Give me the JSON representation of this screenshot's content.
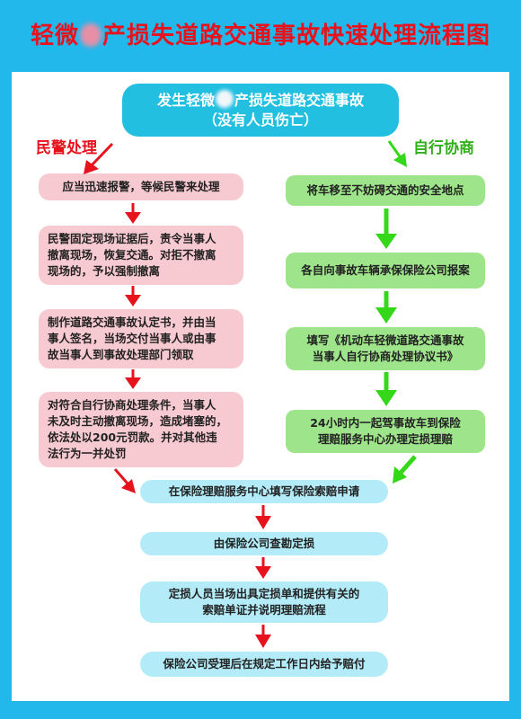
{
  "header": {
    "title_before": "轻微",
    "title_after": "产损失道路交通事故快速处理流程图"
  },
  "start": {
    "line1_before": "发生轻微",
    "line1_after": "产损失道路交通事故",
    "line2": "（没有人员伤亡）"
  },
  "branches": {
    "left_label": "民警处理",
    "right_label": "自行协商"
  },
  "police_steps": [
    [
      "应当迅速报警，等候民警来处理"
    ],
    [
      "民警固定现场证据后，责令当事人",
      "撤离现场，恢复交通。对拒不撤离",
      "现场的，予以强制撤离"
    ],
    [
      "制作道路交通事故认定书，并由当",
      "事人签名，当场交付当事人或由事",
      "故当事人到事故处理部门领取"
    ],
    [
      "对符合自行协商处理条件，当事人",
      "未及时主动撤离现场，造成堵塞的，",
      "依法处以200元罚款。并对其他违",
      "法行为一并处罚"
    ]
  ],
  "self_steps": [
    [
      "将车移至不妨碍交通的安全地点"
    ],
    [
      "各自向事故车辆承保保险公司报案"
    ],
    [
      "填写《机动车轻微道路交通事故",
      "当事人自行协商处理协议书》"
    ],
    [
      "24小时内一起驾事故车到保险",
      "理赔服务中心办理定损理赔"
    ]
  ],
  "final_steps": [
    [
      "在保险理赔服务中心填写保险索赔申请"
    ],
    [
      "由保险公司查勘定损"
    ],
    [
      "定损人员当场出具定损单和提供有关的",
      "索赔单证并说明理赔流程"
    ],
    [
      "保险公司受理后在规定工作日内给予赔付"
    ]
  ],
  "colors": {
    "frame": "#22b8ec",
    "title_red": "#e8121c",
    "start_box": "#22bfe0",
    "police_box": "#f7c9d0",
    "self_box": "#9ee48a",
    "final_box": "#b3ecf8",
    "arrow_red": "#e8121c",
    "arrow_green": "#34d818"
  }
}
